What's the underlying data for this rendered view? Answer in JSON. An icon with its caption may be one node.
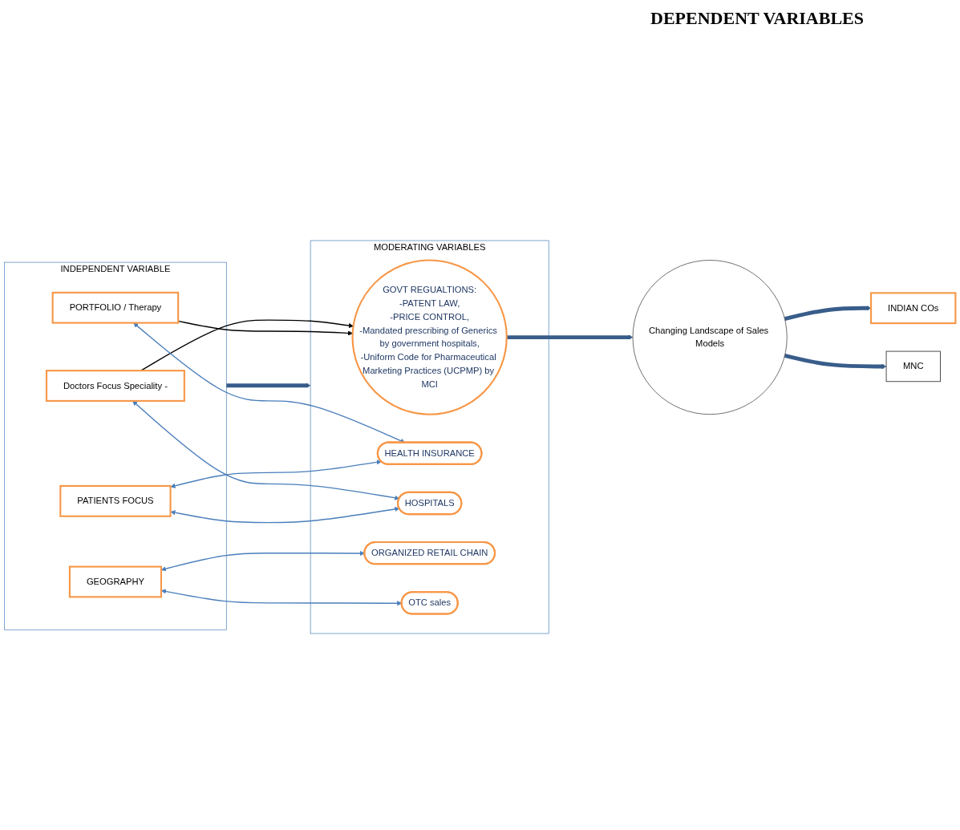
{
  "diagram": {
    "nodes": [
      {
        "text": [
          "INDEPENDENT VARIABLE"
        ]
      },
      {
        "text": [
          "Doctors Focus Speciality -"
        ],
        "in": 0
      },
      {
        "text": [
          "PORTFOLIO / Therapy"
        ],
        "in": 0
      },
      {
        "text": [
          "PATIENTS FOCUS"
        ],
        "in": 0
      },
      {
        "text": [
          "GEOGRAPHY"
        ],
        "in": 0
      },
      {
        "text": [
          "MODERATING VARIABLES"
        ]
      },
      {
        "text": [
          "GOVT REGUALTIONS:",
          "-PATENT LAW,",
          "-PRICE CONTROL,",
          "-Mandated prescribing of Generics by government hospitals,",
          "-Uniform Code for Pharmaceutical Marketing Practices (UCPMP) by MCI"
        ],
        "in": 5
      },
      {
        "text": [
          "HEALTH INSURANCE"
        ],
        "in": 5
      },
      {
        "text": [
          "HOSPITALS"
        ],
        "in": 5
      },
      {
        "text": [
          "ORGANIZED RETAIL CHAIN"
        ],
        "in": 5
      },
      {
        "text": [
          "OTC sales"
        ],
        "in": 5
      },
      {
        "text": [
          "Changing Landscape of Sales Models"
        ]
      },
      {
        "text": [
          "INDIAN COs"
        ]
      },
      {
        "text": [
          "MNC"
        ]
      }
    ],
    "edges": [
      {
        "from": 1,
        "to": 6,
        "arrow": "to",
        "color": "#000000"
      },
      {
        "from": 2,
        "to": 6,
        "arrow": "to",
        "color": "#000000"
      },
      {
        "from": 0,
        "to": 5,
        "arrow": "to",
        "style": "thick",
        "color": "#385d8a"
      },
      {
        "from": 1,
        "to": 8,
        "arrow": "both"
      },
      {
        "from": 2,
        "to": 7,
        "arrow": "both"
      },
      {
        "from": 3,
        "to": 7,
        "arrow": "both"
      },
      {
        "from": 3,
        "to": 8,
        "arrow": "both"
      },
      {
        "from": 4,
        "to": 9,
        "arrow": "both"
      },
      {
        "from": 4,
        "to": 10,
        "arrow": "both"
      },
      {
        "from": 6,
        "to": 11,
        "arrow": "to",
        "style": "thick",
        "color": "#385d8a"
      },
      {
        "from": 11,
        "to": 12,
        "arrow": "to",
        "style": "thick",
        "color": "#385d8a"
      },
      {
        "from": 11,
        "to": 13,
        "arrow": "to",
        "style": "thick",
        "color": "#385d8a"
      }
    ],
    "labels": [
      "DEPENDENT VARIABLES"
    ]
  }
}
